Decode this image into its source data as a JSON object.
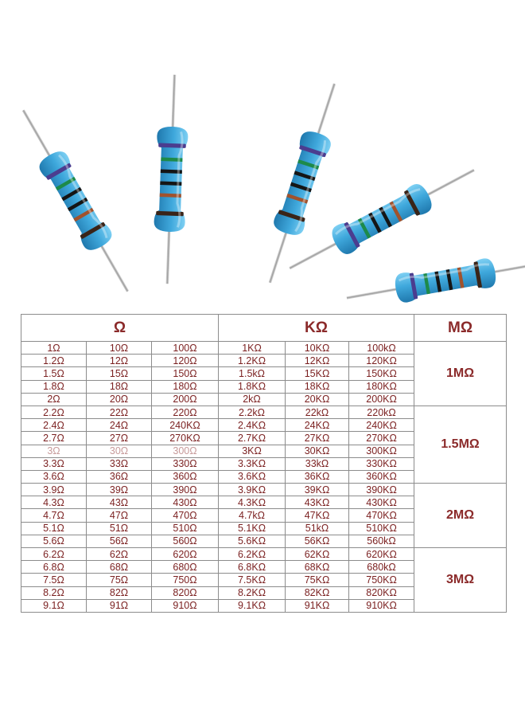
{
  "colors": {
    "text": "#7a1f1f",
    "resistor_body": "#3fa8dc",
    "band_violet": "#4b3d8f",
    "band_green": "#1d8a4a",
    "band_black": "#151515",
    "band_brown": "#a0522d"
  },
  "headers": {
    "ohm": "Ω",
    "kohm": "KΩ",
    "mohm": "MΩ"
  },
  "rows": [
    [
      "1Ω",
      "10Ω",
      "100Ω",
      "1KΩ",
      "10KΩ",
      "100kΩ"
    ],
    [
      "1.2Ω",
      "12Ω",
      "120Ω",
      "1.2KΩ",
      "12KΩ",
      "120KΩ"
    ],
    [
      "1.5Ω",
      "15Ω",
      "150Ω",
      "1.5kΩ",
      "15KΩ",
      "150KΩ"
    ],
    [
      "1.8Ω",
      "18Ω",
      "180Ω",
      "1.8KΩ",
      "18KΩ",
      "180KΩ"
    ],
    [
      "2Ω",
      "20Ω",
      "200Ω",
      "2kΩ",
      "20KΩ",
      "200KΩ"
    ],
    [
      "2.2Ω",
      "22Ω",
      "220Ω",
      "2.2kΩ",
      "22kΩ",
      "220kΩ"
    ],
    [
      "2.4Ω",
      "24Ω",
      "240KΩ",
      "2.4KΩ",
      "24KΩ",
      "240KΩ"
    ],
    [
      "2.7Ω",
      "27Ω",
      "270KΩ",
      "2.7KΩ",
      "27KΩ",
      "270KΩ"
    ],
    [
      "3Ω",
      "30Ω",
      "300Ω",
      "3KΩ",
      "30KΩ",
      "300KΩ"
    ],
    [
      "3.3Ω",
      "33Ω",
      "330Ω",
      "3.3KΩ",
      "33kΩ",
      "330KΩ"
    ],
    [
      "3.6Ω",
      "36Ω",
      "360Ω",
      "3.6KΩ",
      "36KΩ",
      "360KΩ"
    ],
    [
      "3.9Ω",
      "39Ω",
      "390Ω",
      "3.9KΩ",
      "39KΩ",
      "390KΩ"
    ],
    [
      "4.3Ω",
      "43Ω",
      "430Ω",
      "4.3KΩ",
      "43KΩ",
      "430KΩ"
    ],
    [
      "4.7Ω",
      "47Ω",
      "470Ω",
      "4.7kΩ",
      "47KΩ",
      "470KΩ"
    ],
    [
      "5.1Ω",
      "51Ω",
      "510Ω",
      "5.1KΩ",
      "51kΩ",
      "510KΩ"
    ],
    [
      "5.6Ω",
      "56Ω",
      "560Ω",
      "5.6KΩ",
      "56KΩ",
      "560kΩ"
    ],
    [
      "6.2Ω",
      "62Ω",
      "620Ω",
      "6.2KΩ",
      "62KΩ",
      "620KΩ"
    ],
    [
      "6.8Ω",
      "68Ω",
      "680Ω",
      "6.8KΩ",
      "68KΩ",
      "680kΩ"
    ],
    [
      "7.5Ω",
      "75Ω",
      "750Ω",
      "7.5KΩ",
      "75KΩ",
      "750KΩ"
    ],
    [
      "8.2Ω",
      "82Ω",
      "820Ω",
      "8.2KΩ",
      "82KΩ",
      "820KΩ"
    ],
    [
      "9.1Ω",
      "91Ω",
      "910Ω",
      "9.1KΩ",
      "91KΩ",
      "910KΩ"
    ]
  ],
  "mohm_values": [
    {
      "label": "1MΩ",
      "rowspan": 5
    },
    {
      "label": "1.5MΩ",
      "rowspan": 6
    },
    {
      "label": "2MΩ",
      "rowspan": 5
    },
    {
      "label": "3MΩ",
      "rowspan": 5
    }
  ]
}
